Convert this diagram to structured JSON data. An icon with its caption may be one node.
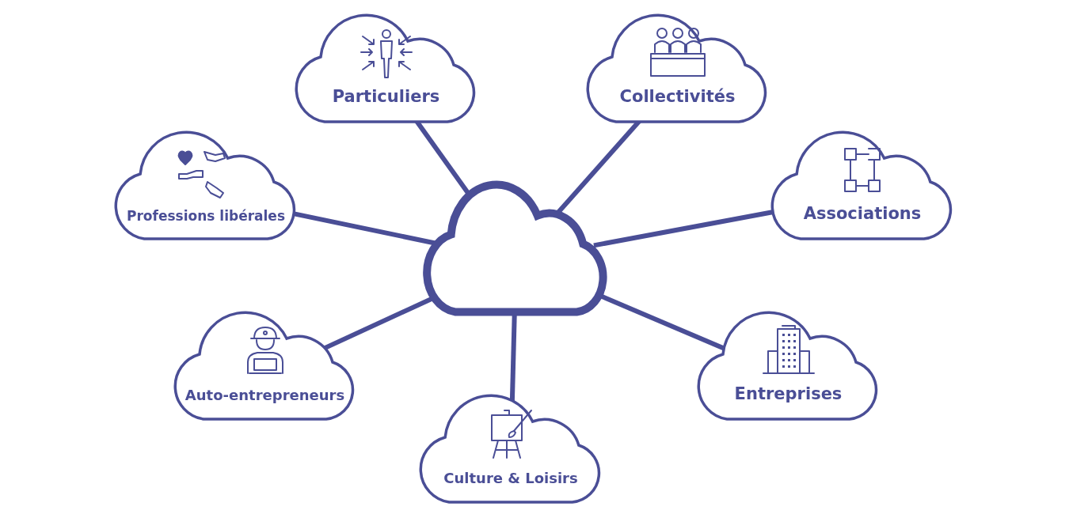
{
  "diagram": {
    "nodes": [
      {
        "text": [],
        "shape": "cloud"
      },
      {
        "text": [
          "Particuliers"
        ]
      },
      {
        "text": [
          "Collectivités"
        ]
      },
      {
        "text": [
          "Professions libérales"
        ]
      },
      {
        "text": [
          "Associations"
        ]
      },
      {
        "text": [
          "Auto-entrepreneurs"
        ]
      },
      {
        "text": [
          "Entreprises"
        ]
      },
      {
        "text": [
          "Culture & Loisirs"
        ]
      }
    ],
    "edges": [
      {
        "from": 0,
        "to": 1,
        "arrow": "none"
      },
      {
        "from": 0,
        "to": 2,
        "arrow": "none"
      },
      {
        "from": 0,
        "to": 3,
        "arrow": "none"
      },
      {
        "from": 0,
        "to": 4,
        "arrow": "none"
      },
      {
        "from": 0,
        "to": 5,
        "arrow": "none"
      },
      {
        "from": 0,
        "to": 6,
        "arrow": "none"
      },
      {
        "from": 0,
        "to": 7,
        "arrow": "none"
      }
    ]
  }
}
